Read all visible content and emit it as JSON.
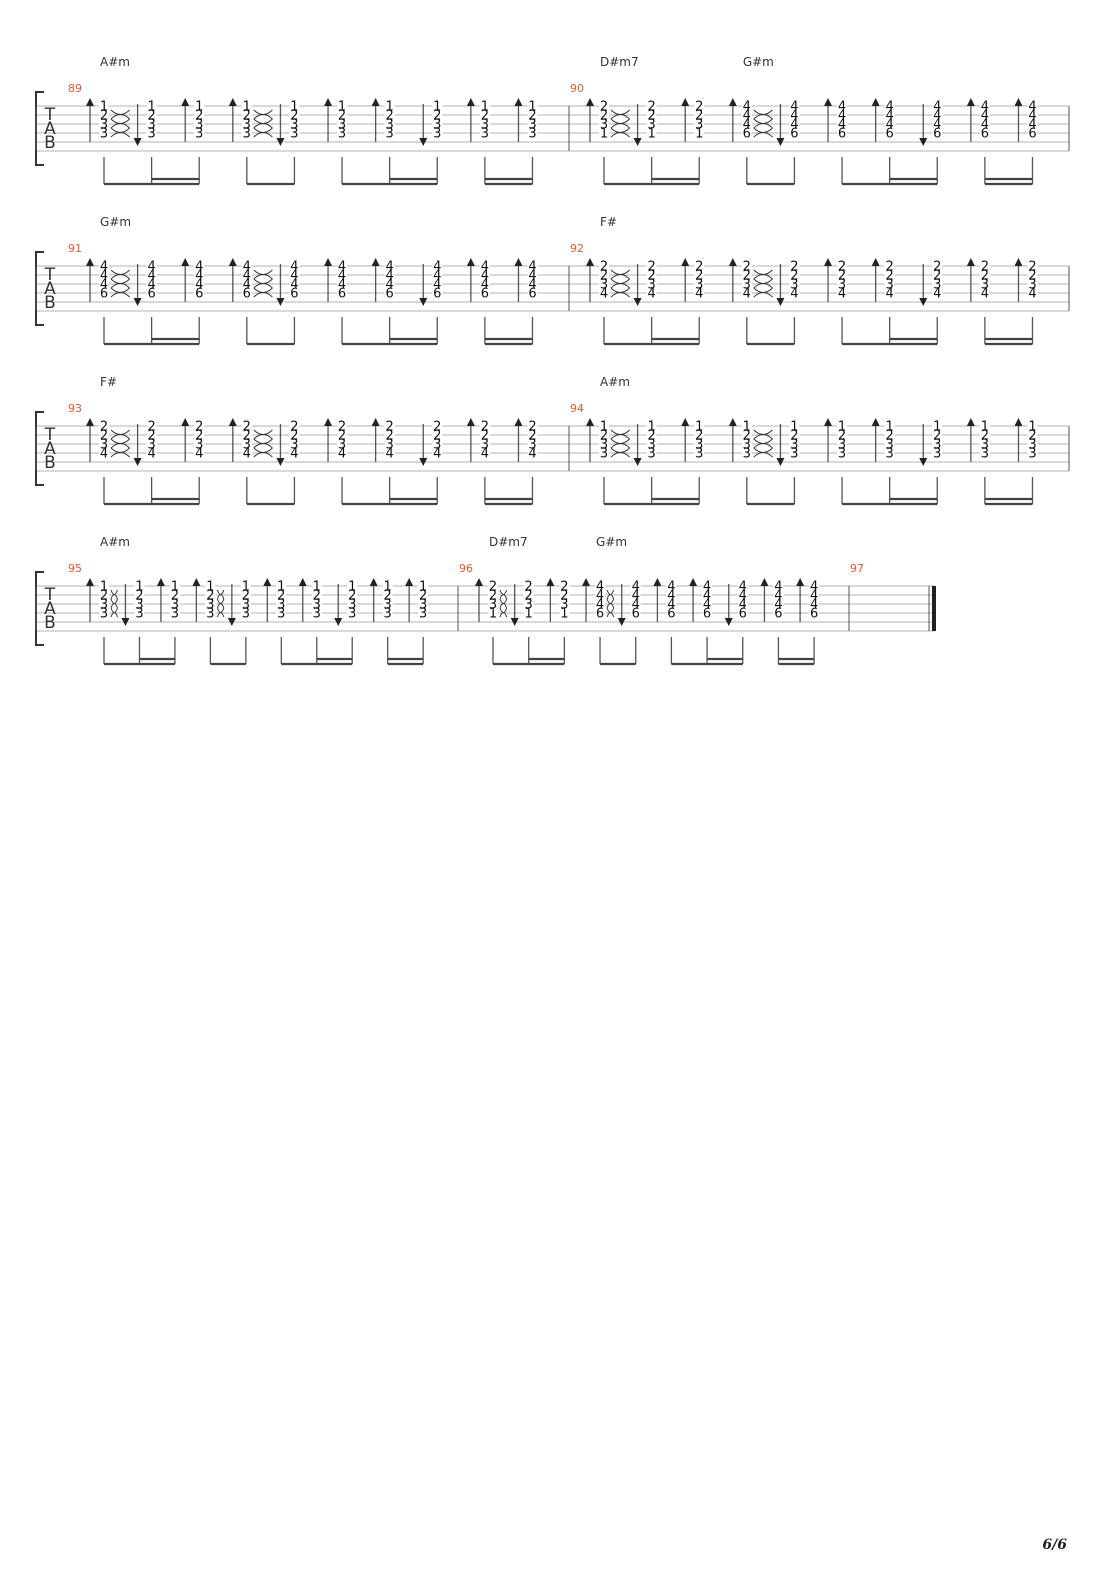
{
  "page": {
    "number": "6/6"
  },
  "tab_letters": [
    "T",
    "A",
    "B"
  ],
  "systems": [
    {
      "measures": [
        {
          "number": "89",
          "chords": [
            "A#m"
          ],
          "notes": [
            {
              "frets": [
                "1",
                "2",
                "3",
                "3"
              ],
              "stroke": "up",
              "tie": true
            },
            {
              "frets": [
                "1",
                "2",
                "3",
                "3"
              ],
              "stroke": "down",
              "tie": false
            },
            {
              "frets": [
                "1",
                "2",
                "3",
                "3"
              ],
              "stroke": "up",
              "tie": false
            },
            {
              "frets": [
                "1",
                "2",
                "3",
                "3"
              ],
              "stroke": "up",
              "tie": true
            },
            {
              "frets": [
                "1",
                "2",
                "3",
                "3"
              ],
              "stroke": "down",
              "tie": false
            },
            {
              "frets": [
                "1",
                "2",
                "3",
                "3"
              ],
              "stroke": "up",
              "tie": false
            },
            {
              "frets": [
                "1",
                "2",
                "3",
                "3"
              ],
              "stroke": "up",
              "tie": false
            },
            {
              "frets": [
                "1",
                "2",
                "3",
                "3"
              ],
              "stroke": "down",
              "tie": false
            },
            {
              "frets": [
                "1",
                "2",
                "3",
                "3"
              ],
              "stroke": "up",
              "tie": false
            },
            {
              "frets": [
                "1",
                "2",
                "3",
                "3"
              ],
              "stroke": "up",
              "tie": false
            }
          ]
        },
        {
          "number": "90",
          "chords": [
            "D#m7",
            "G#m"
          ],
          "notes": [
            {
              "frets": [
                "2",
                "2",
                "3",
                "1"
              ],
              "stroke": "up",
              "tie": true
            },
            {
              "frets": [
                "2",
                "2",
                "3",
                "1"
              ],
              "stroke": "down",
              "tie": false
            },
            {
              "frets": [
                "2",
                "2",
                "3",
                "1"
              ],
              "stroke": "up",
              "tie": false
            },
            {
              "frets": [
                "4",
                "4",
                "4",
                "6"
              ],
              "stroke": "up",
              "tie": true
            },
            {
              "frets": [
                "4",
                "4",
                "4",
                "6"
              ],
              "stroke": "down",
              "tie": false
            },
            {
              "frets": [
                "4",
                "4",
                "4",
                "6"
              ],
              "stroke": "up",
              "tie": false
            },
            {
              "frets": [
                "4",
                "4",
                "4",
                "6"
              ],
              "stroke": "up",
              "tie": false
            },
            {
              "frets": [
                "4",
                "4",
                "4",
                "6"
              ],
              "stroke": "down",
              "tie": false
            },
            {
              "frets": [
                "4",
                "4",
                "4",
                "6"
              ],
              "stroke": "up",
              "tie": false
            },
            {
              "frets": [
                "4",
                "4",
                "4",
                "6"
              ],
              "stroke": "up",
              "tie": false
            }
          ]
        }
      ]
    },
    {
      "measures": [
        {
          "number": "91",
          "chords": [
            "G#m"
          ],
          "notes": [
            {
              "frets": [
                "4",
                "4",
                "4",
                "6"
              ],
              "stroke": "up",
              "tie": true
            },
            {
              "frets": [
                "4",
                "4",
                "4",
                "6"
              ],
              "stroke": "down",
              "tie": false
            },
            {
              "frets": [
                "4",
                "4",
                "4",
                "6"
              ],
              "stroke": "up",
              "tie": false
            },
            {
              "frets": [
                "4",
                "4",
                "4",
                "6"
              ],
              "stroke": "up",
              "tie": true
            },
            {
              "frets": [
                "4",
                "4",
                "4",
                "6"
              ],
              "stroke": "down",
              "tie": false
            },
            {
              "frets": [
                "4",
                "4",
                "4",
                "6"
              ],
              "stroke": "up",
              "tie": false
            },
            {
              "frets": [
                "4",
                "4",
                "4",
                "6"
              ],
              "stroke": "up",
              "tie": false
            },
            {
              "frets": [
                "4",
                "4",
                "4",
                "6"
              ],
              "stroke": "down",
              "tie": false
            },
            {
              "frets": [
                "4",
                "4",
                "4",
                "6"
              ],
              "stroke": "up",
              "tie": false
            },
            {
              "frets": [
                "4",
                "4",
                "4",
                "6"
              ],
              "stroke": "up",
              "tie": false
            }
          ]
        },
        {
          "number": "92",
          "chords": [
            "F#"
          ],
          "notes": [
            {
              "frets": [
                "2",
                "2",
                "3",
                "4"
              ],
              "stroke": "up",
              "tie": true
            },
            {
              "frets": [
                "2",
                "2",
                "3",
                "4"
              ],
              "stroke": "down",
              "tie": false
            },
            {
              "frets": [
                "2",
                "2",
                "3",
                "4"
              ],
              "stroke": "up",
              "tie": false
            },
            {
              "frets": [
                "2",
                "2",
                "3",
                "4"
              ],
              "stroke": "up",
              "tie": true
            },
            {
              "frets": [
                "2",
                "2",
                "3",
                "4"
              ],
              "stroke": "down",
              "tie": false
            },
            {
              "frets": [
                "2",
                "2",
                "3",
                "4"
              ],
              "stroke": "up",
              "tie": false
            },
            {
              "frets": [
                "2",
                "2",
                "3",
                "4"
              ],
              "stroke": "up",
              "tie": false
            },
            {
              "frets": [
                "2",
                "2",
                "3",
                "4"
              ],
              "stroke": "down",
              "tie": false
            },
            {
              "frets": [
                "2",
                "2",
                "3",
                "4"
              ],
              "stroke": "up",
              "tie": false
            },
            {
              "frets": [
                "2",
                "2",
                "3",
                "4"
              ],
              "stroke": "up",
              "tie": false
            }
          ]
        }
      ]
    },
    {
      "measures": [
        {
          "number": "93",
          "chords": [
            "F#"
          ],
          "notes": [
            {
              "frets": [
                "2",
                "2",
                "3",
                "4"
              ],
              "stroke": "up",
              "tie": true
            },
            {
              "frets": [
                "2",
                "2",
                "3",
                "4"
              ],
              "stroke": "down",
              "tie": false
            },
            {
              "frets": [
                "2",
                "2",
                "3",
                "4"
              ],
              "stroke": "up",
              "tie": false
            },
            {
              "frets": [
                "2",
                "2",
                "3",
                "4"
              ],
              "stroke": "up",
              "tie": true
            },
            {
              "frets": [
                "2",
                "2",
                "3",
                "4"
              ],
              "stroke": "down",
              "tie": false
            },
            {
              "frets": [
                "2",
                "2",
                "3",
                "4"
              ],
              "stroke": "up",
              "tie": false
            },
            {
              "frets": [
                "2",
                "2",
                "3",
                "4"
              ],
              "stroke": "up",
              "tie": false
            },
            {
              "frets": [
                "2",
                "2",
                "3",
                "4"
              ],
              "stroke": "down",
              "tie": false
            },
            {
              "frets": [
                "2",
                "2",
                "3",
                "4"
              ],
              "stroke": "up",
              "tie": false
            },
            {
              "frets": [
                "2",
                "2",
                "3",
                "4"
              ],
              "stroke": "up",
              "tie": false
            }
          ]
        },
        {
          "number": "94",
          "chords": [
            "A#m"
          ],
          "notes": [
            {
              "frets": [
                "1",
                "2",
                "3",
                "3"
              ],
              "stroke": "up",
              "tie": true
            },
            {
              "frets": [
                "1",
                "2",
                "3",
                "3"
              ],
              "stroke": "down",
              "tie": false
            },
            {
              "frets": [
                "1",
                "2",
                "3",
                "3"
              ],
              "stroke": "up",
              "tie": false
            },
            {
              "frets": [
                "1",
                "2",
                "3",
                "3"
              ],
              "stroke": "up",
              "tie": true
            },
            {
              "frets": [
                "1",
                "2",
                "3",
                "3"
              ],
              "stroke": "down",
              "tie": false
            },
            {
              "frets": [
                "1",
                "2",
                "3",
                "3"
              ],
              "stroke": "up",
              "tie": false
            },
            {
              "frets": [
                "1",
                "2",
                "3",
                "3"
              ],
              "stroke": "up",
              "tie": false
            },
            {
              "frets": [
                "1",
                "2",
                "3",
                "3"
              ],
              "stroke": "down",
              "tie": false
            },
            {
              "frets": [
                "1",
                "2",
                "3",
                "3"
              ],
              "stroke": "up",
              "tie": false
            },
            {
              "frets": [
                "1",
                "2",
                "3",
                "3"
              ],
              "stroke": "up",
              "tie": false
            }
          ]
        }
      ]
    },
    {
      "measures": [
        {
          "number": "95",
          "chords": [
            "A#m"
          ],
          "notes": [
            {
              "frets": [
                "1",
                "2",
                "3",
                "3"
              ],
              "stroke": "up",
              "tie": true
            },
            {
              "frets": [
                "1",
                "2",
                "3",
                "3"
              ],
              "stroke": "down",
              "tie": false
            },
            {
              "frets": [
                "1",
                "2",
                "3",
                "3"
              ],
              "stroke": "up",
              "tie": false
            },
            {
              "frets": [
                "1",
                "2",
                "3",
                "3"
              ],
              "stroke": "up",
              "tie": true
            },
            {
              "frets": [
                "1",
                "2",
                "3",
                "3"
              ],
              "stroke": "down",
              "tie": false
            },
            {
              "frets": [
                "1",
                "2",
                "3",
                "3"
              ],
              "stroke": "up",
              "tie": false
            },
            {
              "frets": [
                "1",
                "2",
                "3",
                "3"
              ],
              "stroke": "up",
              "tie": false
            },
            {
              "frets": [
                "1",
                "2",
                "3",
                "3"
              ],
              "stroke": "down",
              "tie": false
            },
            {
              "frets": [
                "1",
                "2",
                "3",
                "3"
              ],
              "stroke": "up",
              "tie": false
            },
            {
              "frets": [
                "1",
                "2",
                "3",
                "3"
              ],
              "stroke": "up",
              "tie": false
            }
          ]
        },
        {
          "number": "96",
          "chords": [
            "D#m7",
            "G#m"
          ],
          "notes": [
            {
              "frets": [
                "2",
                "2",
                "3",
                "1"
              ],
              "stroke": "up",
              "tie": true
            },
            {
              "frets": [
                "2",
                "2",
                "3",
                "1"
              ],
              "stroke": "down",
              "tie": false
            },
            {
              "frets": [
                "2",
                "2",
                "3",
                "1"
              ],
              "stroke": "up",
              "tie": false
            },
            {
              "frets": [
                "4",
                "4",
                "4",
                "6"
              ],
              "stroke": "up",
              "tie": true
            },
            {
              "frets": [
                "4",
                "4",
                "4",
                "6"
              ],
              "stroke": "down",
              "tie": false
            },
            {
              "frets": [
                "4",
                "4",
                "4",
                "6"
              ],
              "stroke": "up",
              "tie": false
            },
            {
              "frets": [
                "4",
                "4",
                "4",
                "6"
              ],
              "stroke": "up",
              "tie": false
            },
            {
              "frets": [
                "4",
                "4",
                "4",
                "6"
              ],
              "stroke": "down",
              "tie": false
            },
            {
              "frets": [
                "4",
                "4",
                "4",
                "6"
              ],
              "stroke": "up",
              "tie": false
            },
            {
              "frets": [
                "4",
                "4",
                "4",
                "6"
              ],
              "stroke": "up",
              "tie": false
            }
          ]
        },
        {
          "number": "97",
          "chords": [],
          "notes": []
        }
      ]
    }
  ]
}
